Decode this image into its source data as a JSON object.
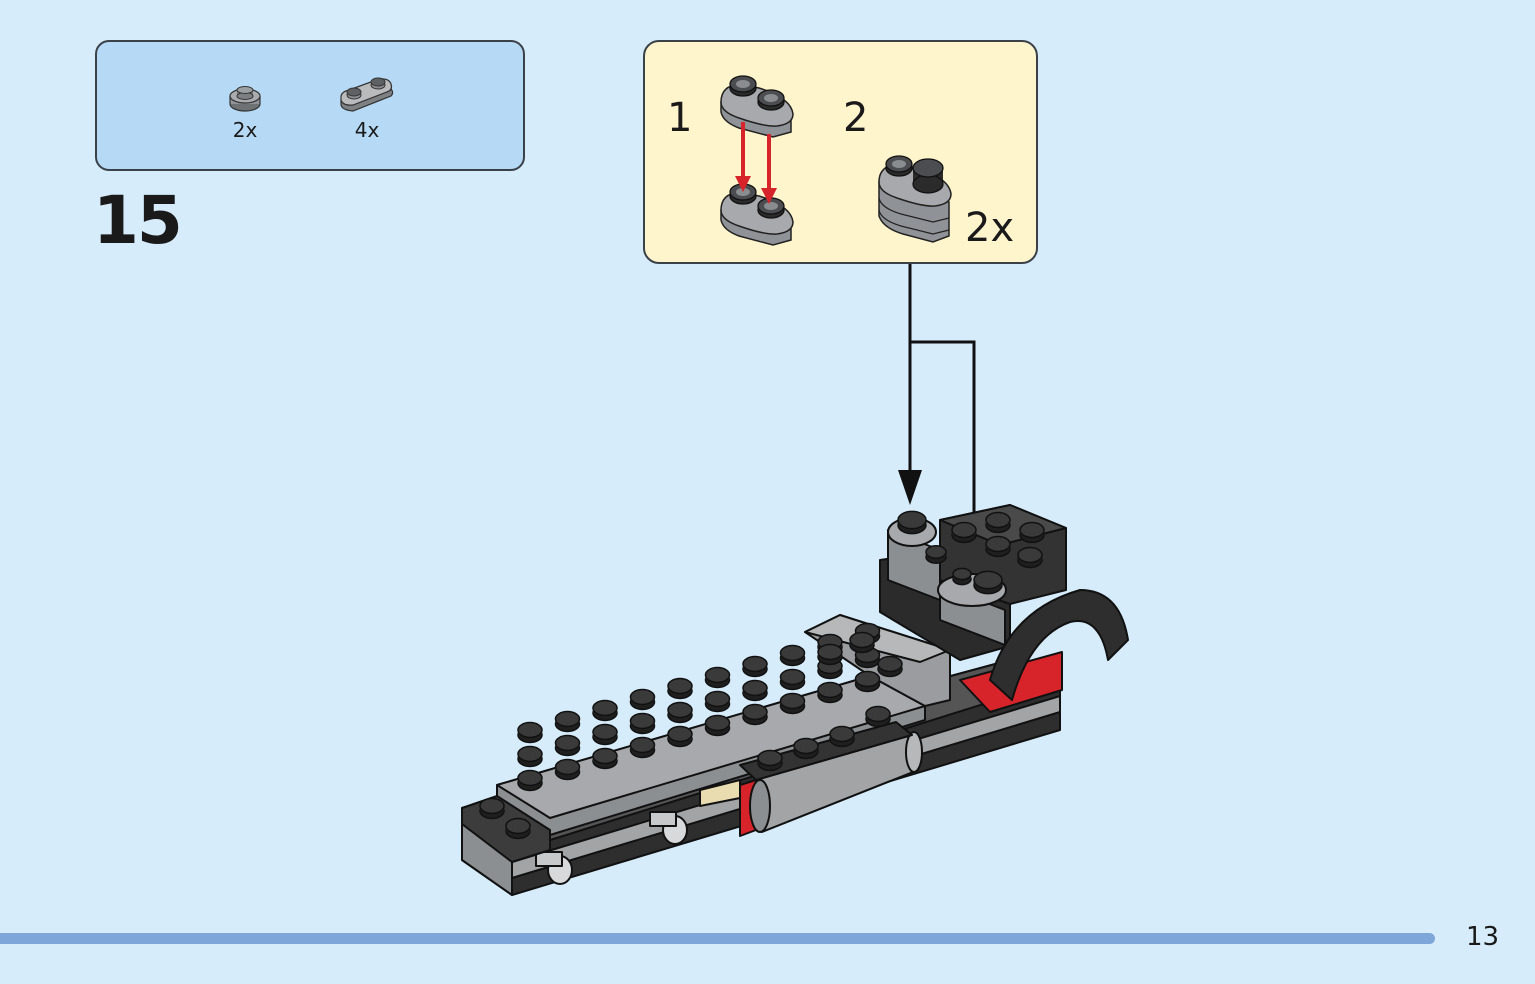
{
  "parts_list": {
    "items": [
      {
        "icon": "round-plate-1x1-icon",
        "quantity": "2x",
        "color": "#8f9296"
      },
      {
        "icon": "plate-1x2-rounded-icon",
        "quantity": "4x",
        "color": "#a0a3a6"
      }
    ]
  },
  "step": {
    "number": "15"
  },
  "sub_assembly": {
    "step1_label": "1",
    "step2_label": "2",
    "quantity": "2x",
    "arrow_color": "#d7242b"
  },
  "page": {
    "number": "13"
  },
  "colors": {
    "background": "#d6ecfb",
    "parts_box": "#b6d9f6",
    "sub_box": "#fff5cd",
    "dark_brick": "#3a3a3a",
    "light_brick": "#a2a4a6",
    "accent_red": "#d7242b"
  }
}
